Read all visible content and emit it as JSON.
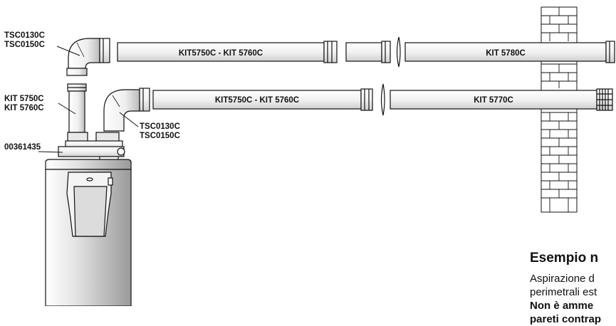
{
  "labels": {
    "top_left_code_1": "TSC0130C",
    "top_left_code_2": "TSC0150C",
    "left_kit_1": "KIT 5750C",
    "left_kit_2": "KIT 5760C",
    "base_code": "00361435",
    "mid_code_1": "TSC0130C",
    "mid_code_2": "TSC0150C",
    "pipe_top_left": "KIT5750C - KIT 5760C",
    "pipe_top_right": "KIT 5780C",
    "pipe_mid_left": "KIT5750C - KIT 5760C",
    "pipe_mid_right": "KIT 5770C"
  },
  "caption": {
    "title": "Esempio n",
    "line1": "Aspirazione d",
    "line2": "perimetrali est",
    "line3": "Non è amme",
    "line4": "pareti contrap"
  },
  "colors": {
    "line": "#111111",
    "fill": "#ffffff",
    "shade": "#c8c8c8"
  }
}
